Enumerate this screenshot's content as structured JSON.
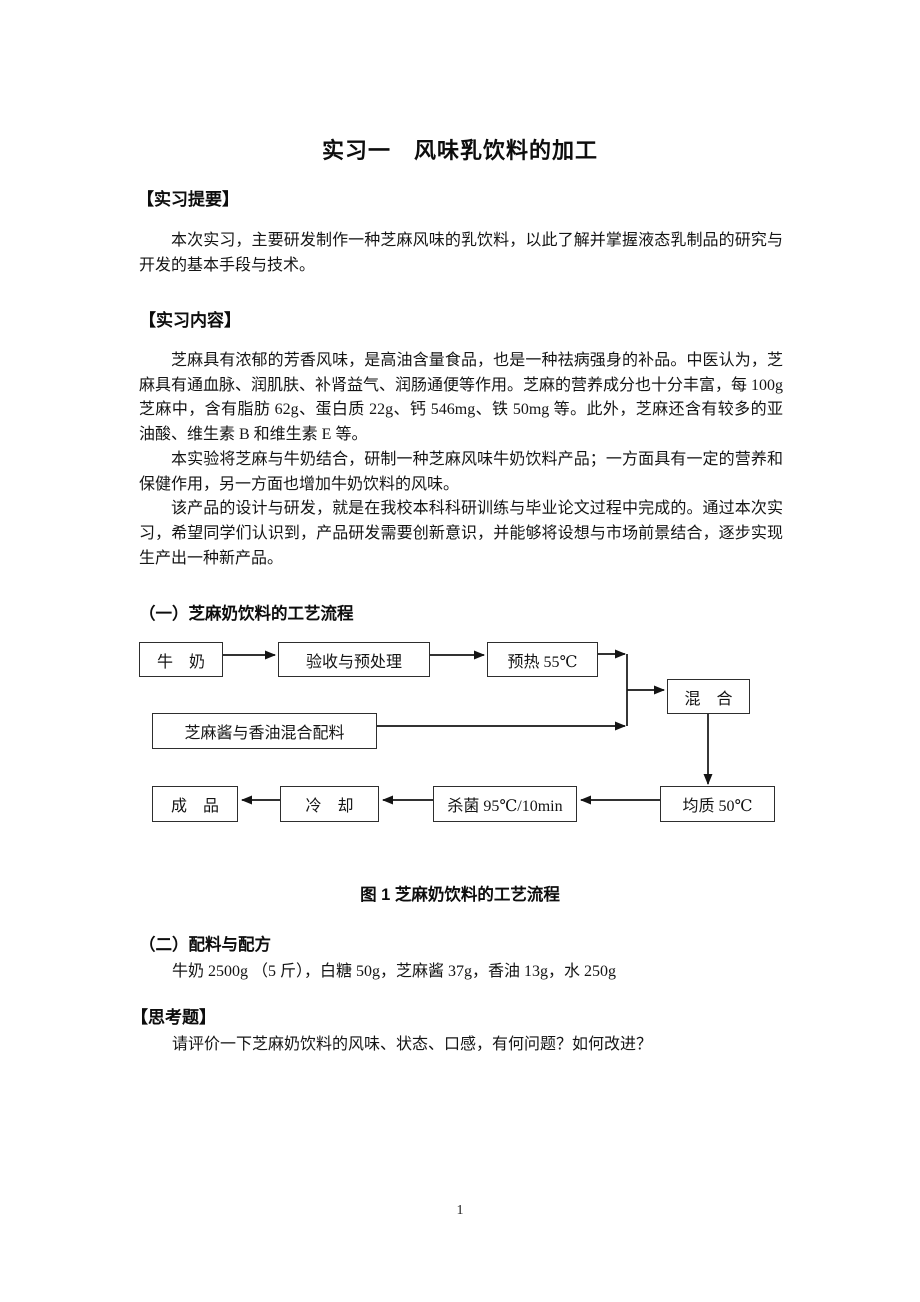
{
  "title": "实习一　风味乳饮料的加工",
  "summary": {
    "header": "【实习提要】",
    "text": "本次实习，主要研发制作一种芝麻风味的乳饮料，以此了解并掌握液态乳制品的研究与开发的基本手段与技术。"
  },
  "content": {
    "header": "【实习内容】",
    "paragraphs": [
      "芝麻具有浓郁的芳香风味，是高油含量食品，也是一种祛病强身的补品。中医认为，芝麻具有通血脉、润肌肤、补肾益气、润肠通便等作用。芝麻的营养成分也十分丰富，每 100g 芝麻中，含有脂肪 62g、蛋白质 22g、钙 546mg、铁 50mg 等。此外，芝麻还含有较多的亚油酸、维生素 B 和维生素 E 等。",
      "本实验将芝麻与牛奶结合，研制一种芝麻风味牛奶饮料产品；一方面具有一定的营养和保健作用，另一方面也增加牛奶饮料的风味。",
      "该产品的设计与研发，就是在我校本科科研训练与毕业论文过程中完成的。通过本次实习，希望同学们认识到，产品研发需要创新意识，并能够将设想与市场前景结合，逐步实现生产出一种新产品。"
    ]
  },
  "flow": {
    "heading": "（一）芝麻奶饮料的工艺流程",
    "caption": "图 1  芝麻奶饮料的工艺流程",
    "boxes": {
      "milk": "牛　奶",
      "inspect": "验收与预处理",
      "preheat": "预热 55℃",
      "mix": "混　合",
      "sesame": "芝麻酱与香油混合配料",
      "homogenize": "均质 50℃",
      "sterilize": "杀菌 95℃/10min",
      "cool": "冷　却",
      "product": "成　品"
    }
  },
  "recipe": {
    "heading": "（二）配料与配方",
    "text": "牛奶 2500g （5 斤），白糖 50g，芝麻酱 37g，香油 13g，水 250g"
  },
  "questions": {
    "header": "【思考题】",
    "text": "请评价一下芝麻奶饮料的风味、状态、口感，有何问题？如何改进？"
  },
  "page": {
    "number": "1"
  }
}
